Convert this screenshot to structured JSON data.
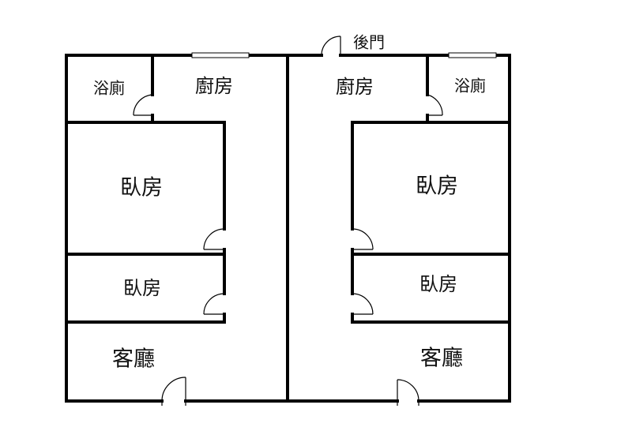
{
  "back_door_label": "後門",
  "units": [
    {
      "bathroom": "浴廁",
      "kitchen": "廚房",
      "bedroom_large": "臥房",
      "bedroom_small": "臥房",
      "living_room": "客廳"
    },
    {
      "bathroom": "浴廁",
      "kitchen": "廚房",
      "bedroom_large": "臥房",
      "bedroom_small": "臥房",
      "living_room": "客廳"
    }
  ],
  "colors": {
    "wall": "#000000",
    "background": "#ffffff",
    "text": "#111111"
  }
}
